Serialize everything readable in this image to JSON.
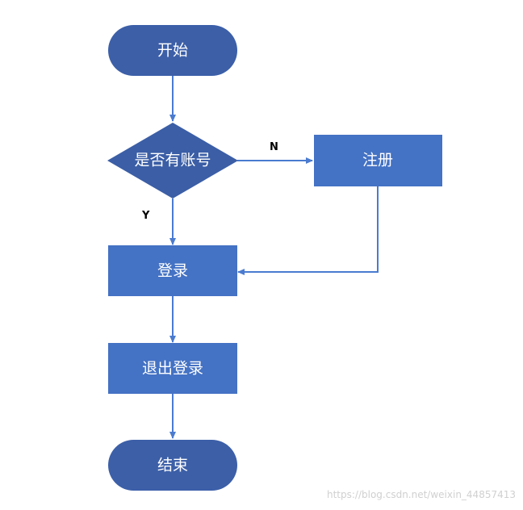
{
  "nodes": {
    "start": {
      "label": "开始",
      "shape": "terminator"
    },
    "has_account": {
      "label": "是否有账号",
      "shape": "decision"
    },
    "register": {
      "label": "注册",
      "shape": "process"
    },
    "login": {
      "label": "登录",
      "shape": "process"
    },
    "logout": {
      "label": "退出登录",
      "shape": "process"
    },
    "end": {
      "label": "结束",
      "shape": "terminator"
    }
  },
  "edges": {
    "no_label": "N",
    "yes_label": "Y"
  },
  "colors": {
    "terminator": "#3c5fa8",
    "process": "#4472c4",
    "decision": "#3b5ea6",
    "arrow": "#4a7bd0"
  },
  "watermark": "https://blog.csdn.net/weixin_44857413"
}
